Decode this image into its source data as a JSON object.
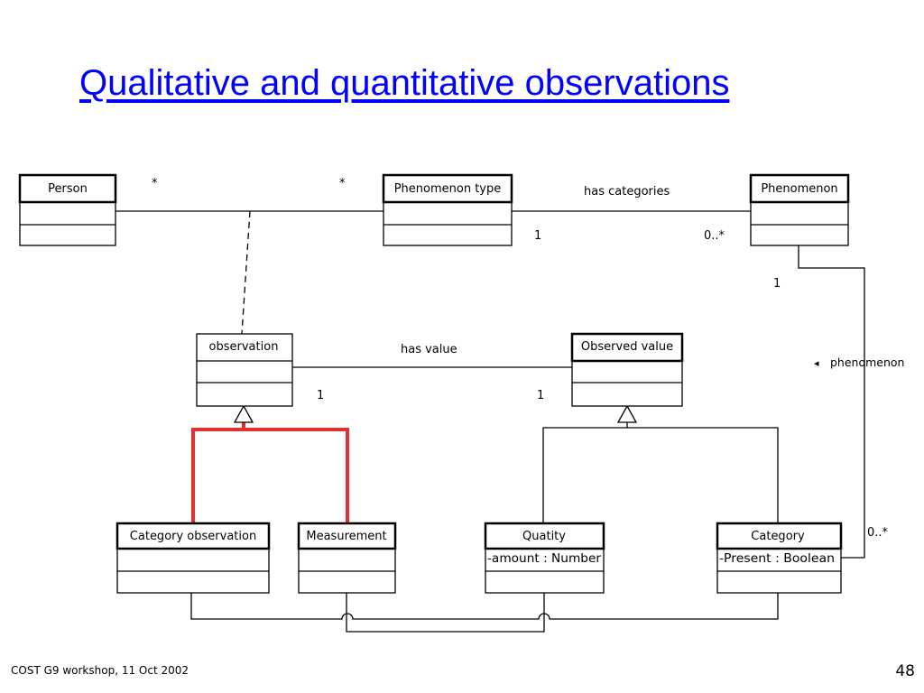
{
  "slide": {
    "title": "Qualitative and quantitative observations",
    "footer": "COST G9 workshop, 11  Oct 2002",
    "page_number": "48"
  },
  "colors": {
    "title": "#0000ff",
    "highlight_line": "#e0302f",
    "line": "#000000"
  },
  "classes": {
    "person": {
      "name": "Person",
      "attributes": []
    },
    "phenomenon_type": {
      "name": "Phenomenon type",
      "attributes": []
    },
    "phenomenon": {
      "name": "Phenomenon",
      "attributes": []
    },
    "observation": {
      "name": "observation",
      "attributes": []
    },
    "observed_value": {
      "name": "Observed value",
      "attributes": []
    },
    "category_observation": {
      "name": "Category observation",
      "attributes": []
    },
    "measurement": {
      "name": "Measurement",
      "attributes": []
    },
    "quatity": {
      "name": "Quatity",
      "attributes": [
        "-amount : Number"
      ]
    },
    "category": {
      "name": "Category",
      "attributes": [
        "-Present : Boolean"
      ]
    }
  },
  "labels": {
    "person_mult": "*",
    "phenomenon_type_mult": "*",
    "has_categories": "has categories",
    "has_categories_mult_left": "1",
    "has_categories_mult_right": "0..*",
    "phenomenon_mult": "1",
    "has_value": "has value",
    "has_value_mult_left": "1",
    "has_value_mult_right": "1",
    "phenomenon_role": "phenomenon",
    "phenomenon_role_arrow": "◂",
    "category_mult": "0..*"
  }
}
